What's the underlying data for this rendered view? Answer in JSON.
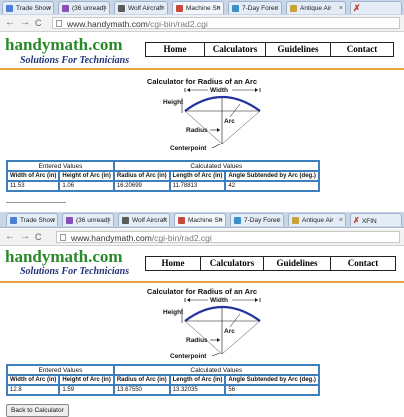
{
  "tabs": [
    {
      "label": "Trade Show",
      "fav_color": "#4a7fd6"
    },
    {
      "label": "(36 unread)",
      "fav_color": "#8a4fb8"
    },
    {
      "label": "Wolf Aircraft",
      "fav_color": "#5b5b5b"
    },
    {
      "label": "Machine Sh",
      "fav_color": "#c94a3a"
    },
    {
      "label": "7-Day Forec",
      "fav_color": "#3a8fc9"
    },
    {
      "label": "Antique Air",
      "fav_color": "#c9a23a"
    },
    {
      "label": "XFIN",
      "fav_color": "#c0392b"
    }
  ],
  "top": {
    "url_host": "www.handymath.com",
    "url_path": "/cgi-bin/rad2.cgi",
    "values": [
      "11.53",
      "1.06",
      "16.20699",
      "11.78813",
      "42"
    ]
  },
  "bottom": {
    "url_host": "www.handymath.com",
    "url_path": "/cgi-bin/rad2.cgi",
    "values": [
      "12.8",
      "1.59",
      "13.67550",
      "13.32035",
      "56"
    ]
  },
  "site": {
    "brand": "handymath.com",
    "tagline": "Solutions For Technicians",
    "menu": [
      "Home",
      "Calculators",
      "Guidelines",
      "Contact"
    ]
  },
  "calc": {
    "title": "Calculator for Radius of an Arc",
    "labels": {
      "width": "Width",
      "height": "Height",
      "radius": "Radius",
      "arc": "Arc",
      "centerpoint": "Centerpoint"
    },
    "entered_header": "Entered Values",
    "calculated_header": "Calculated Values",
    "columns": [
      "Width of Arc (in)",
      "Height of Arc (in)",
      "Radius of Arc (in)",
      "Length of Arc (in)",
      "Angle Subtended by Arc (deg.)"
    ]
  },
  "nav": {
    "back": "←",
    "forward": "→",
    "reload": "C"
  },
  "back_button": "Back to Calculator"
}
